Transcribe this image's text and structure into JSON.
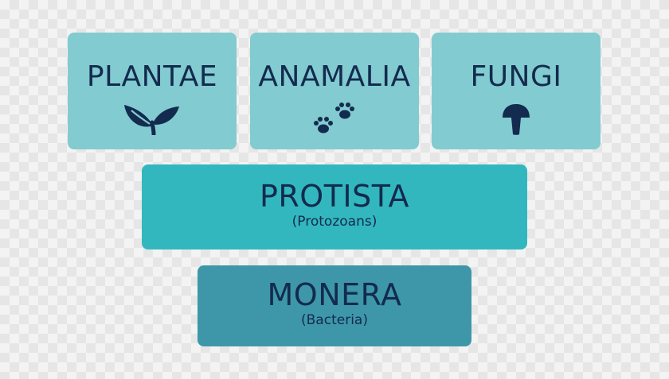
{
  "colors": {
    "top_box": "#82cbd0",
    "protista_box": "#33b7bf",
    "monera_box": "#3e97a8",
    "text": "#132b4e"
  },
  "kingdoms": {
    "plantae": {
      "title": "PLANTAE",
      "icon": "sprout-icon"
    },
    "animalia": {
      "title": "ANAMALIA",
      "icon": "paw-prints-icon"
    },
    "fungi": {
      "title": "FUNGI",
      "icon": "mushroom-icon"
    },
    "protista": {
      "title": "PROTISTA",
      "subtitle": "(Protozoans)"
    },
    "monera": {
      "title": "MONERA",
      "subtitle": "(Bacteria)"
    }
  }
}
